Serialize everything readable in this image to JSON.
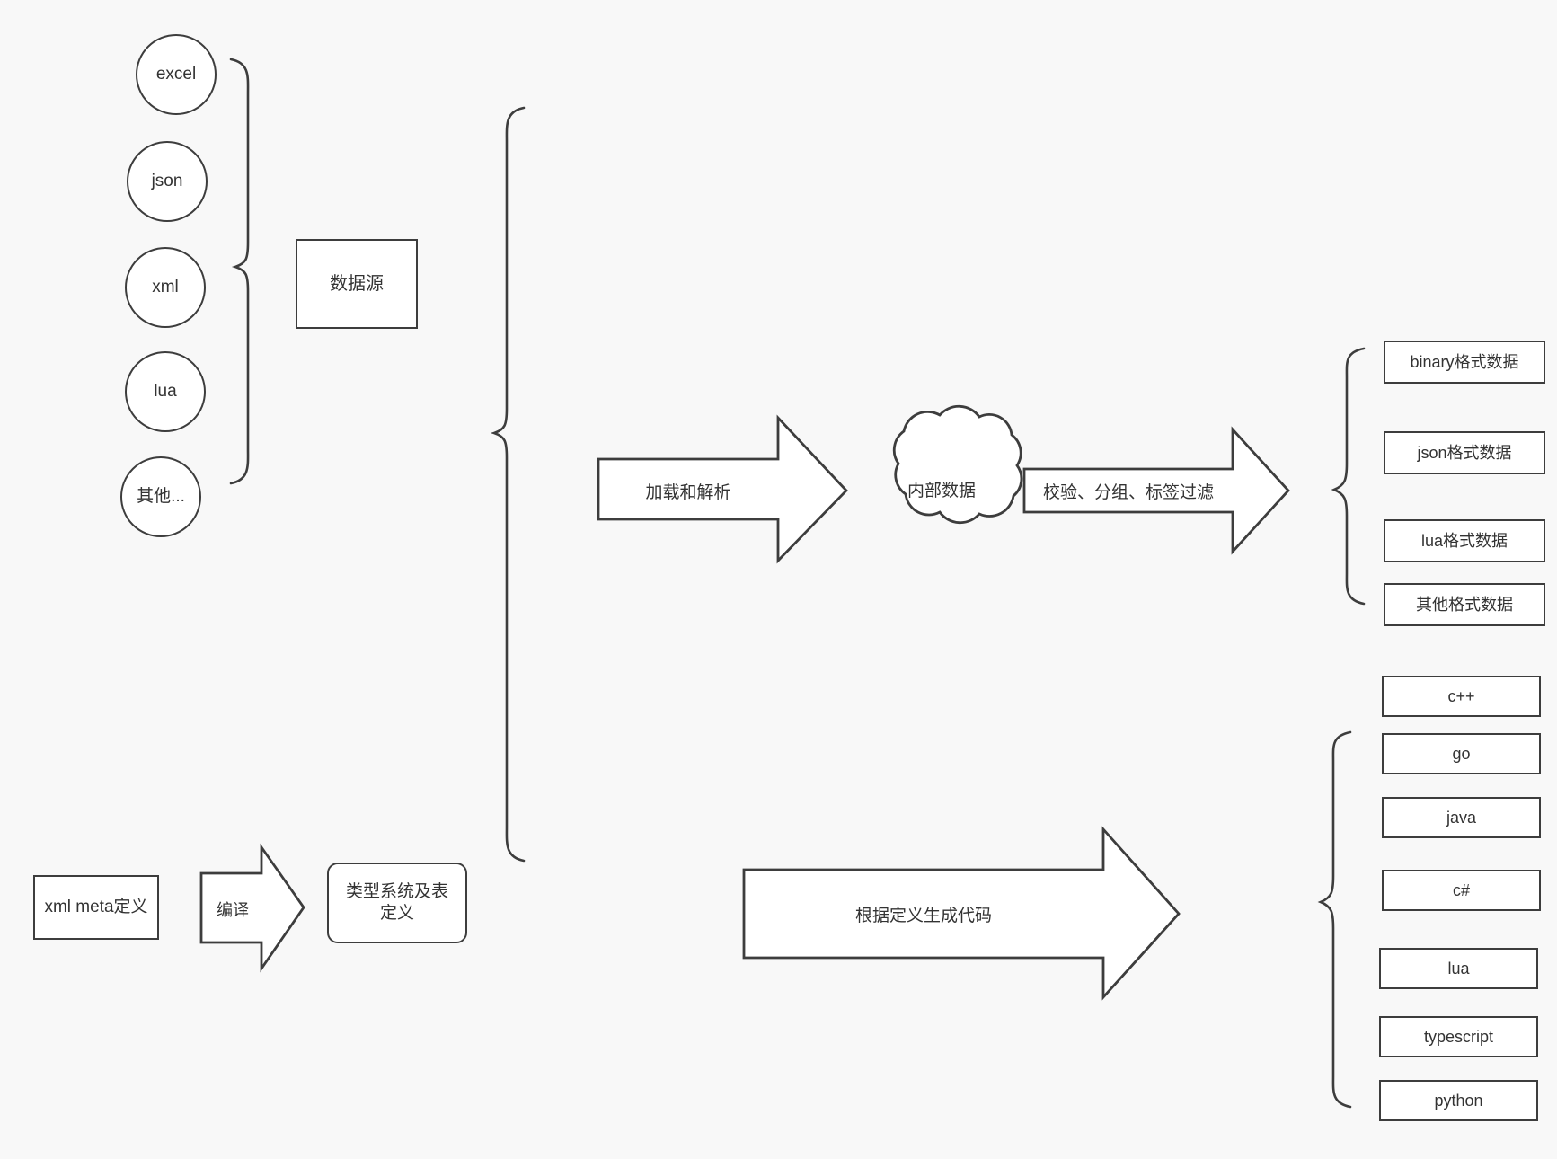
{
  "diagram": {
    "background_color": "#f8f8f8",
    "stroke_color": "#3d3d3d",
    "fill_color": "#ffffff",
    "text_color": "#333333",
    "sources": {
      "group_label": "数据源",
      "items": [
        {
          "label": "excel"
        },
        {
          "label": "json"
        },
        {
          "label": "xml"
        },
        {
          "label": "lua"
        },
        {
          "label": "其他..."
        }
      ]
    },
    "meta": {
      "definition_label": "xml meta定义",
      "compile_label": "编译",
      "type_system_label": "类型系统及表定义"
    },
    "pipeline": {
      "load_parse_label": "加载和解析",
      "internal_data_label": "内部数据",
      "validate_label": "校验、分组、标签过滤",
      "codegen_label": "根据定义生成代码"
    },
    "output_formats": [
      {
        "label": "binary格式数据"
      },
      {
        "label": "json格式数据"
      },
      {
        "label": "lua格式数据"
      },
      {
        "label": "其他格式数据"
      }
    ],
    "output_languages": [
      {
        "label": "c++"
      },
      {
        "label": "go"
      },
      {
        "label": "java"
      },
      {
        "label": "c#"
      },
      {
        "label": "lua"
      },
      {
        "label": "typescript"
      },
      {
        "label": "python"
      }
    ]
  }
}
